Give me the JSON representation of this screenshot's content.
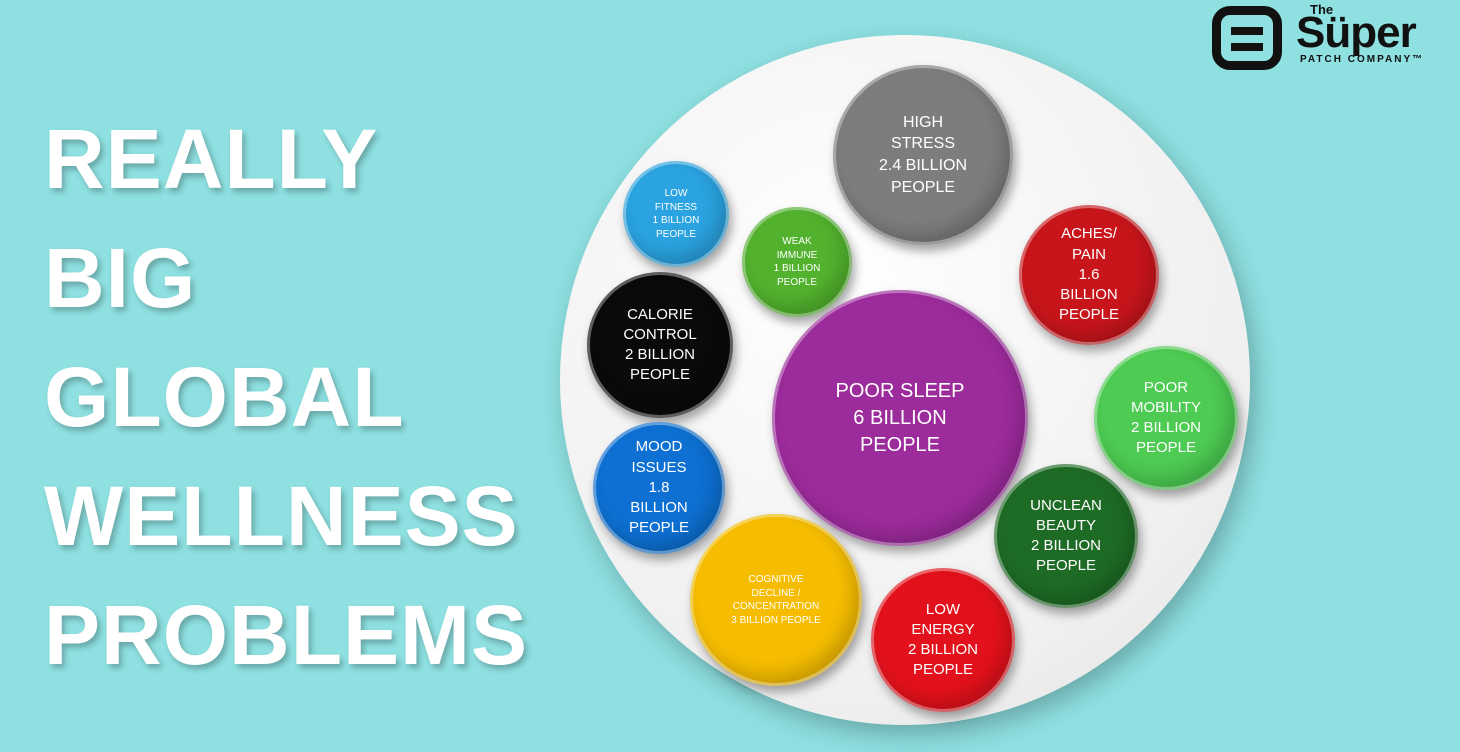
{
  "title_lines": [
    "REALLY",
    "BIG",
    "GLOBAL",
    "WELLNESS",
    "PROBLEMS"
  ],
  "logo": {
    "the": "The",
    "super": "Süper",
    "company": "PATCH COMPANY™"
  },
  "bubbles": [
    {
      "id": "high-stress",
      "lines": [
        "HIGH",
        "STRESS",
        "2.4 BILLION",
        "PEOPLE"
      ],
      "color": "#7d7d7d"
    },
    {
      "id": "low-fitness",
      "lines": [
        "LOW",
        "FITNESS",
        "1 BILLION",
        "PEOPLE"
      ],
      "color": "#2aa3e0"
    },
    {
      "id": "weak-immune",
      "lines": [
        "WEAK",
        "IMMUNE",
        "1 BILLION",
        "PEOPLE"
      ],
      "color": "#52b22e"
    },
    {
      "id": "aches-pain",
      "lines": [
        "ACHES/",
        "PAIN",
        "1.6",
        "BILLION",
        "PEOPLE"
      ],
      "color": "#c8151b"
    },
    {
      "id": "calorie-control",
      "lines": [
        "CALORIE",
        "CONTROL",
        "2 BILLION",
        "PEOPLE"
      ],
      "color": "#0a0a0a"
    },
    {
      "id": "poor-sleep",
      "lines": [
        "POOR SLEEP",
        "6 BILLION",
        "PEOPLE"
      ],
      "color": "#9c2b9c"
    },
    {
      "id": "poor-mobility",
      "lines": [
        "POOR",
        "MOBILITY",
        "2 BILLION",
        "PEOPLE"
      ],
      "color": "#4dcb52"
    },
    {
      "id": "mood-issues",
      "lines": [
        "MOOD",
        "ISSUES",
        "1.8",
        "BILLION",
        "PEOPLE"
      ],
      "color": "#0d70d2"
    },
    {
      "id": "unclean-beauty",
      "lines": [
        "UNCLEAN",
        "BEAUTY",
        "2 BILLION",
        "PEOPLE"
      ],
      "color": "#1e6b25"
    },
    {
      "id": "cognitive-decline",
      "lines": [
        "COGNITIVE",
        "DECLINE /",
        "CONCENTRATION",
        "3 BILLION PEOPLE"
      ],
      "color": "#f6bd00"
    },
    {
      "id": "low-energy",
      "lines": [
        "LOW",
        "ENERGY",
        "2 BILLION",
        "PEOPLE"
      ],
      "color": "#e3111b"
    }
  ]
}
